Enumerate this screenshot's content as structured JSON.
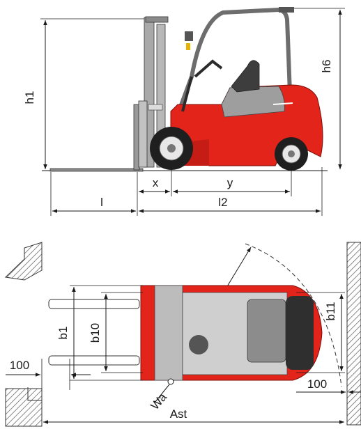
{
  "labels": {
    "h1": "h1",
    "h6": "h6",
    "x": "x",
    "y": "y",
    "l": "l",
    "l2": "l2",
    "b1": "b1",
    "b10": "b10",
    "b11": "b11",
    "clearance_left": "100",
    "clearance_right": "100",
    "wa": "Wa",
    "ast": "Ast"
  },
  "colors": {
    "body_red": "#e3241b",
    "dark_red": "#a5130e",
    "mast_grey": "#a9a9a9",
    "dark_grey": "#4a4a4a",
    "tyre": "#1f1f1f",
    "line": "#1a1a1a"
  },
  "icons": {
    "wall_hatch": "hatch-pattern",
    "forklift_side": "forklift-side-view",
    "forklift_top": "forklift-top-view"
  }
}
